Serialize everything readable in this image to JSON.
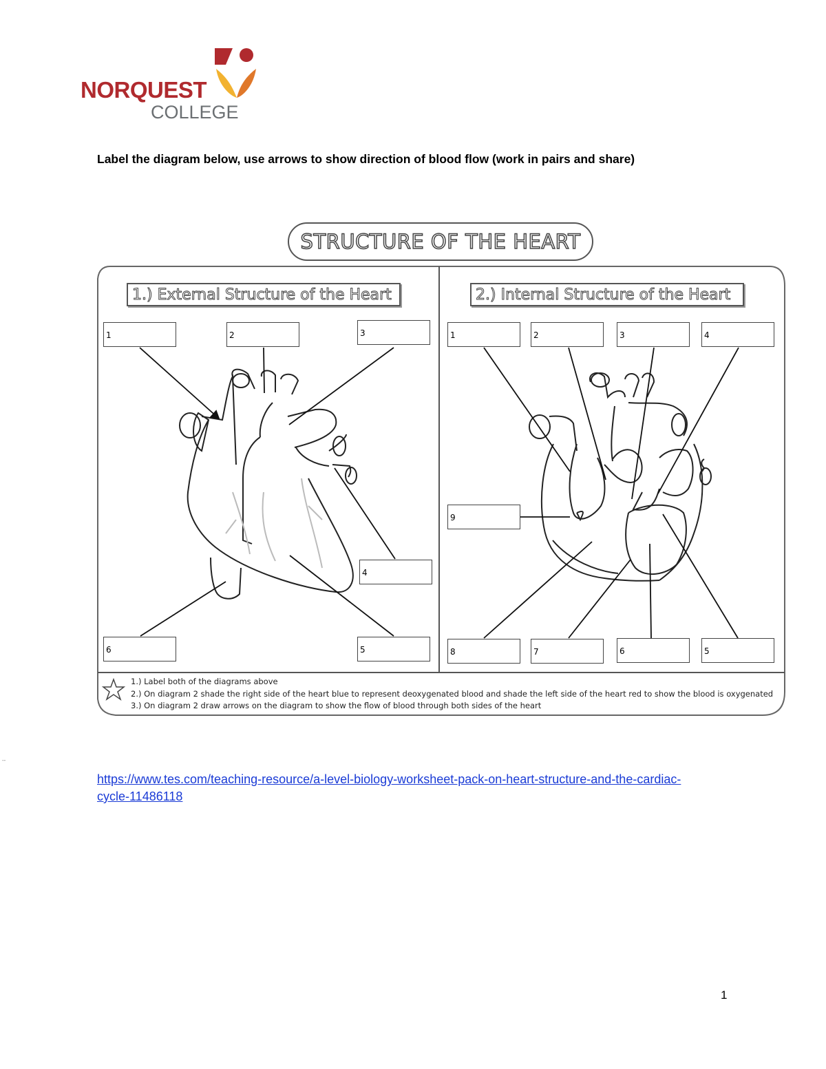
{
  "logo": {
    "name": "NORQUEST",
    "sub": "COLLEGE",
    "colors": {
      "red": "#b02a2e",
      "orange": "#e8912c",
      "gray": "#6b6f72"
    }
  },
  "instruction": "Label the diagram below, use arrows to show direction of blood flow (work in pairs and share)",
  "worksheet": {
    "title": "STRUCTURE OF THE HEART",
    "panel1": {
      "title": "1.) External Structure of the Heart",
      "labels": [
        "1",
        "2",
        "3",
        "4",
        "5",
        "6"
      ]
    },
    "panel2": {
      "title": "2.) Internal Structure of the Heart",
      "labels": [
        "1",
        "2",
        "3",
        "4",
        "5",
        "6",
        "7",
        "8",
        "9"
      ]
    },
    "tasks": [
      "1.) Label both of the diagrams above",
      "2.) On diagram 2 shade the right side of the heart blue to represent deoxygenated blood and shade the left side of the heart red to show the blood is oxygenated",
      "3.) On diagram 2 draw arrows on the diagram to show the flow of blood through both sides of the heart"
    ]
  },
  "link": {
    "line1": "https://www.tes.com/teaching-resource/a-level-biology-worksheet-pack-on-heart-structure-and-the-cardiac-",
    "line2": "cycle-11486118"
  },
  "page_number": "1",
  "stray_mark": "--"
}
